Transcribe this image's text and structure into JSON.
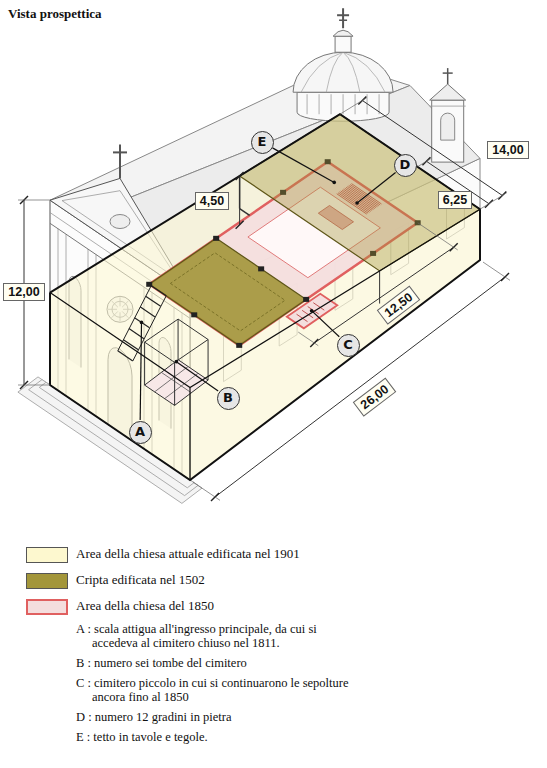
{
  "diagram": {
    "title": "Vista prospettica",
    "nodes": [
      {
        "text": [
          "E"
        ]
      },
      {
        "text": [
          "D"
        ]
      },
      {
        "text": [
          "C"
        ]
      },
      {
        "text": [
          "B"
        ]
      },
      {
        "text": [
          "A"
        ]
      }
    ],
    "labels": [
      "12,00",
      "4,50",
      "6,25",
      "14,00",
      "12,50",
      "26,00",
      "A : scala attigua all'ingresso principale, da cui si accedeva al cimitero chiuso nel 1811.",
      "B : numero sei tombe del cimitero",
      "C : cimitero piccolo in cui si continuarono le sepolture ancora fino al 1850",
      "D : numero 12 gradini in pietra",
      "E : tetto in tavole e tegole."
    ],
    "legend": [
      {
        "text": "Area della chiesa attuale edificata nel 1901",
        "color": "#fdf8cf"
      },
      {
        "text": "Cripta edificata nel 1502",
        "color": "#a3963a"
      },
      {
        "text": "Area della chiesa del 1850",
        "color": "#f4dede"
      }
    ]
  }
}
